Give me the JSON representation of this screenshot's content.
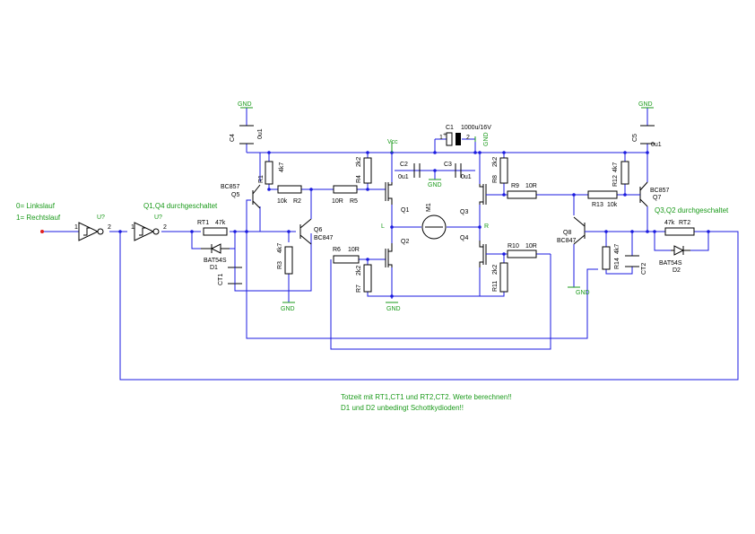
{
  "labels": {
    "input_note_1": "0= Linkslauf",
    "input_note_2": "1= Rechtslauf",
    "left_state": "Q1,Q4 durchgeschaltet",
    "right_state": "Q3,Q2 durchgeschaltet",
    "note_line_1": "Totzeit mit RT1,CT1 und RT2,CT2. Werte berechnen!!",
    "note_line_2": "D1 und D2 unbedingt Schottkydioden!!",
    "u1": "U?",
    "u2": "U?",
    "pin1a": "1",
    "pin2a": "2",
    "pin1b": "1",
    "pin2b": "2",
    "rt1": "RT1",
    "rt1_val": "47k",
    "d1_type": "BAT54S",
    "d1": "D1",
    "ct1": "CT1",
    "q5_type": "BC857",
    "q5": "Q5",
    "q6": "Q6",
    "q6_type": "BC847",
    "r1": "R1",
    "r1_val": "4k7",
    "r2_val": "10k",
    "r2": "R2",
    "r3": "R3",
    "r3_val": "4k7",
    "c4": "C4",
    "c4_val": "0u1",
    "gnd": "GND",
    "r4": "R4",
    "r4_val": "2k2",
    "r5_val": "10R",
    "r5": "R5",
    "r6": "R6",
    "r6_val": "10R",
    "r7": "R7",
    "r7_val": "2k2",
    "vcc": "Vcc",
    "c1": "C1",
    "c1_val": "1000u/16V",
    "c1_p1": "1",
    "c1_p2": "2",
    "c1_plus": "+",
    "c2": "C2",
    "c2_val": "0u1",
    "c3": "C3",
    "c3_val": "0u1",
    "q1": "Q1",
    "q2": "Q2",
    "q3": "Q3",
    "q4": "Q4",
    "m1": "M1",
    "left_node": "L",
    "right_node": "R",
    "r8": "R8",
    "r8_val": "2k2",
    "r9": "R9",
    "r9_val": "10R",
    "r10": "R10",
    "r10_val": "10R",
    "r11": "R11",
    "r11_val": "2k2",
    "r12": "R12",
    "r12_val": "4k7",
    "r13": "R13",
    "r13_val": "10k",
    "q7_type": "BC857",
    "q7": "Q7",
    "q8": "Q8",
    "q8_type": "BC847",
    "r14": "R14",
    "r14_val": "4k7",
    "ct2": "CT2",
    "rt2_val": "47k",
    "rt2": "RT2",
    "d2_type": "BAT54S",
    "d2": "D2",
    "c5": "C5",
    "c5_val": "0u1"
  },
  "colors": {
    "wire": "#1b1be0",
    "component": "#000000",
    "label_green": "#1a9a1a",
    "input_marker": "#e02020"
  }
}
